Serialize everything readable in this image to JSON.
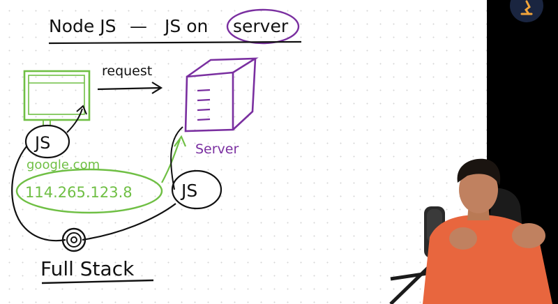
{
  "whiteboard": {
    "title_left": "Node JS",
    "title_dash": "—",
    "title_mid": "JS on",
    "title_circled": "server",
    "request_label": "request",
    "server_label": "Server",
    "domain_label": "google.com",
    "ip_address": "114.265.123.8",
    "js_badge_client": "JS",
    "js_badge_server": "JS",
    "footer_label": "Full Stack"
  },
  "colors": {
    "ink_black": "#111111",
    "ink_green": "#6fbf44",
    "ink_purple": "#7a2fa0",
    "panel_dark": "#000000",
    "logo_orange": "#f2a43a",
    "shirt_orange": "#e8663e"
  },
  "icons": {
    "browser": "browser-window-icon",
    "server": "server-box-icon",
    "logo": "channel-logo-icon",
    "globe": "globe-scribble-icon"
  }
}
